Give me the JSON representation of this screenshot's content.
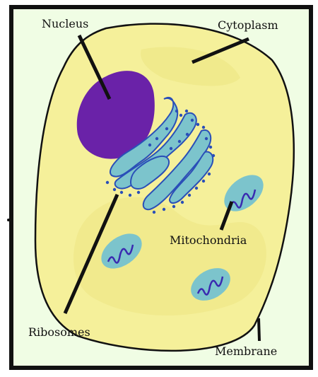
{
  "labels": {
    "nucleus": "Nucleus",
    "cytoplasm": "Cytoplasm",
    "mitochondria": "Mitochondria",
    "ribosomes": "Ribosomes",
    "membrane": "Membrane"
  },
  "colors": {
    "frame": "#111111",
    "background": "#f0fde4",
    "cytoplasm": "#f5f09a",
    "cytoplasm_shade": "#ece684",
    "nucleus": "#6a22a8",
    "golgi_fill": "#7cc4cc",
    "golgi_edge": "#2a4fb8",
    "mito_fill": "#7cc4cc",
    "mito_squiggle": "#3a2ab0",
    "ribosome": "#2a4fb8"
  }
}
